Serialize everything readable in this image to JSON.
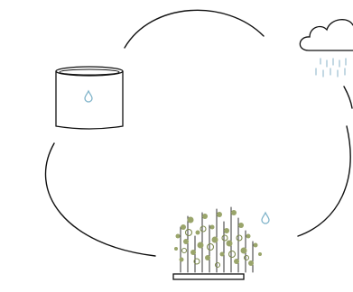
{
  "diagram": {
    "type": "water-cycle",
    "stages": [
      {
        "id": "tank",
        "icon": "water-tank-icon"
      },
      {
        "id": "cloud",
        "icon": "rain-cloud-icon"
      },
      {
        "id": "plants",
        "icon": "plant-bed-icon"
      }
    ],
    "colors": {
      "line": "#111111",
      "water_drop": "#7fb3c9",
      "rain": "#9bbfd0",
      "foliage": "#9aa56b",
      "foliage_dark": "#7d8a4f"
    }
  }
}
